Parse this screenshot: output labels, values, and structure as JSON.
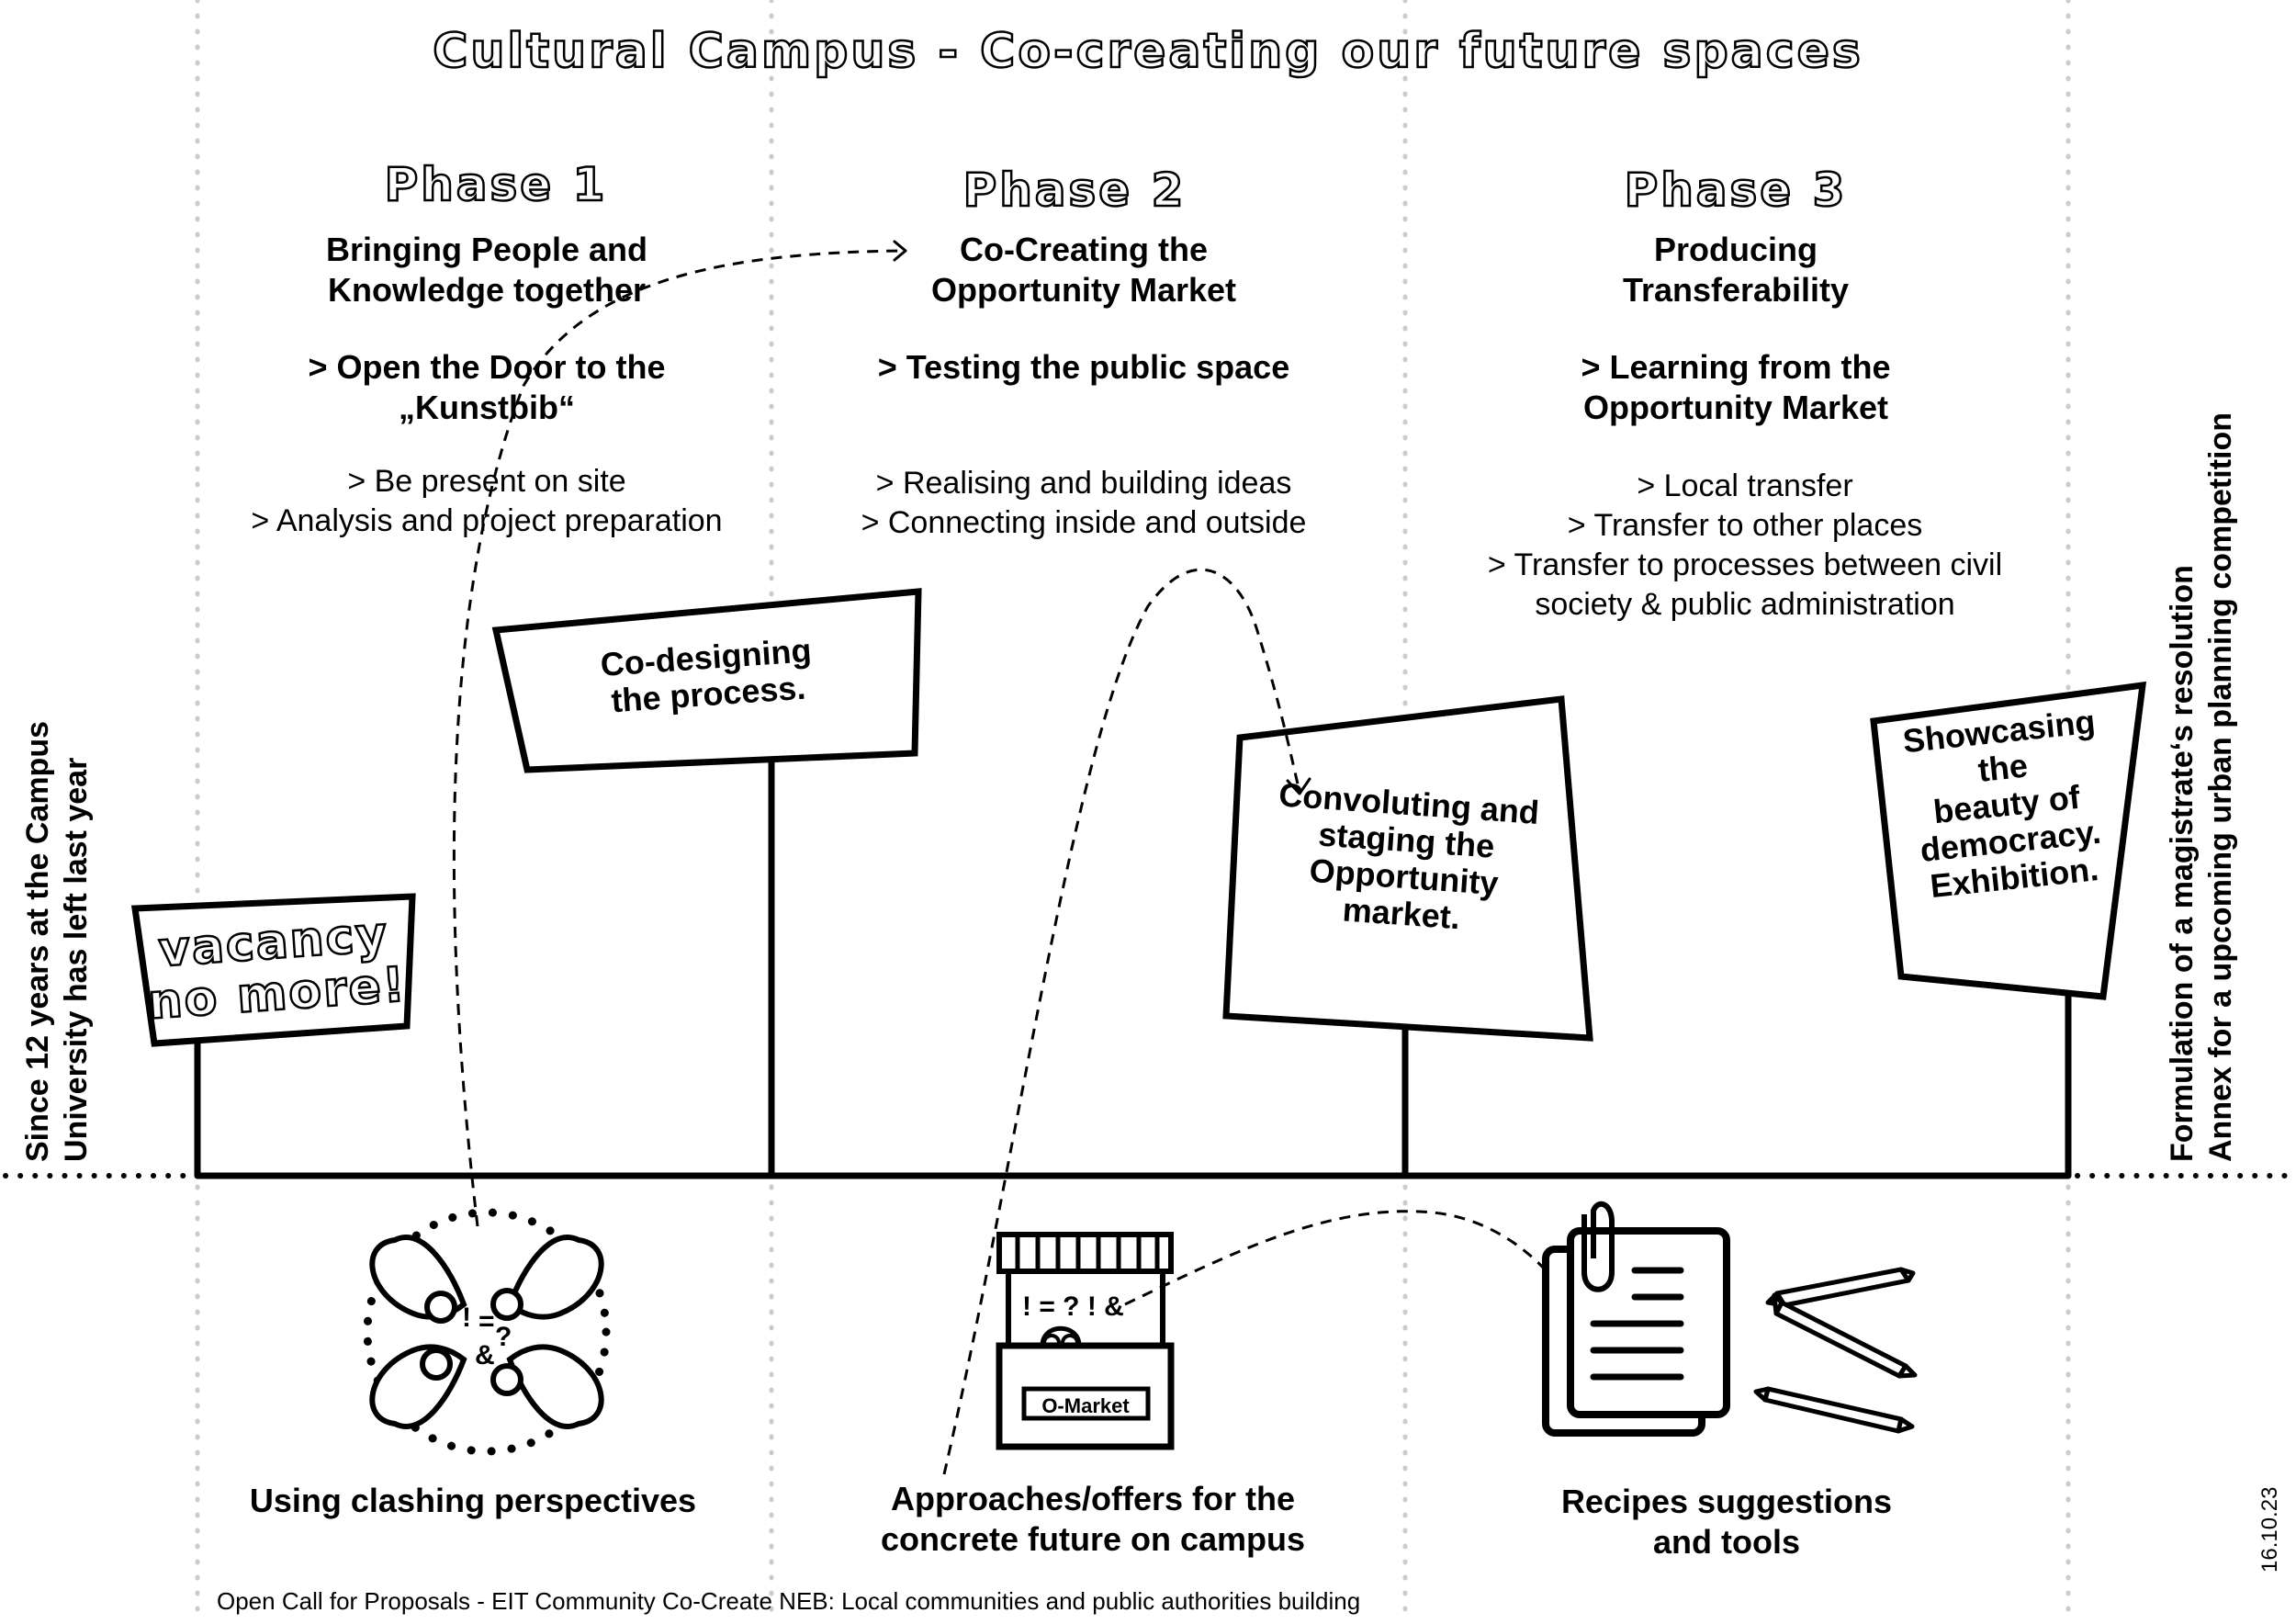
{
  "title": "Cultural Campus - Co-creating our future spaces",
  "phases": [
    {
      "label": "Phase 1",
      "subtitle": "Bringing People and\nKnowledge together",
      "focus": "> Open the Door to the\n„Kunstbib“",
      "bullets": "> Be present on site\n> Analysis and project preparation"
    },
    {
      "label": "Phase 2",
      "subtitle": "Co-Creating the\nOpportunity Market",
      "focus": "> Testing the public space",
      "bullets": "> Realising and building ideas\n> Connecting inside and outside"
    },
    {
      "label": "Phase 3",
      "subtitle": "Producing\nTransferability",
      "focus": "> Learning from the\nOpportunity Market",
      "bullets": "> Local transfer\n> Transfer to other places\n> Transfer to processes between civil\nsociety & public administration"
    }
  ],
  "signs": {
    "vacancy": "vacancy\nno more!",
    "codesign": "Co-designing\nthe process.",
    "convoluting": "Convoluting and\nstaging the\nOpportunity\nmarket.",
    "showcasing": "Showcasing\nthe\nbeauty of\ndemocracy.\nExhibition."
  },
  "side_left": "Since 12 years at the Campus\nUniversity has left last year",
  "side_right": "Formulation of a magistrate‘s resolution\nAnnex for a upcoming urban planning competition",
  "bottom": {
    "perspectives": "Using clashing perspectives",
    "perspective_symbols": [
      "!",
      "=",
      "?",
      "&"
    ],
    "approaches": "Approaches/offers for the\nconcrete future on campus",
    "market_symbols": "! = ? ! &",
    "market_sign": "O-Market",
    "recipes": "Recipes suggestions\nand tools"
  },
  "footer": "Open Call for Proposals - EIT Community Co-Create NEB: Local communities and public authorities building",
  "date": "16.10.23",
  "icons": [
    "people-circle-icon",
    "market-stall-icon",
    "documents-icon",
    "pencil-icon"
  ],
  "colors": {
    "ink": "#000000",
    "background": "#ffffff",
    "guide": "#cccccc"
  }
}
